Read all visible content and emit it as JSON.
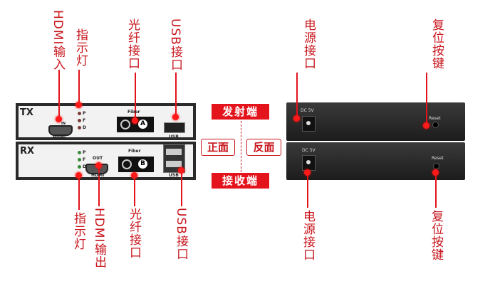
{
  "labels_top": {
    "hdmi_in": "HDMI输入",
    "indicator": "指示灯",
    "fiber": "光纤接口",
    "usb": "USB接口",
    "power": "电源接口",
    "reset": "复位按键"
  },
  "labels_bottom": {
    "indicator": "指示灯",
    "hdmi_out": "HDMI输出",
    "fiber": "光纤接口",
    "usb": "USB接口",
    "power": "电源接口",
    "reset": "复位按键"
  },
  "center": {
    "transmitter": "发射端",
    "receiver": "接收端",
    "front": "正面",
    "back": "反面"
  },
  "tx": {
    "name": "TX",
    "leds": [
      "P",
      "F",
      "D"
    ],
    "hdmi": "HDMI",
    "hdmi_in": "IN",
    "fiber": "Fiber",
    "port": "A",
    "usb": "USB"
  },
  "rx": {
    "name": "RX",
    "leds": [
      "P",
      "F",
      "D"
    ],
    "hdmi": "HDMI",
    "out": "OUT",
    "fiber": "Fiber",
    "port": "B",
    "usb": "USB"
  },
  "rear": {
    "power": "DC 5V",
    "reset": "Reset"
  },
  "colors": {
    "accent": "#e3141b",
    "tx_led": "#7a3a3a",
    "rx_led": "#3a8a3a"
  }
}
